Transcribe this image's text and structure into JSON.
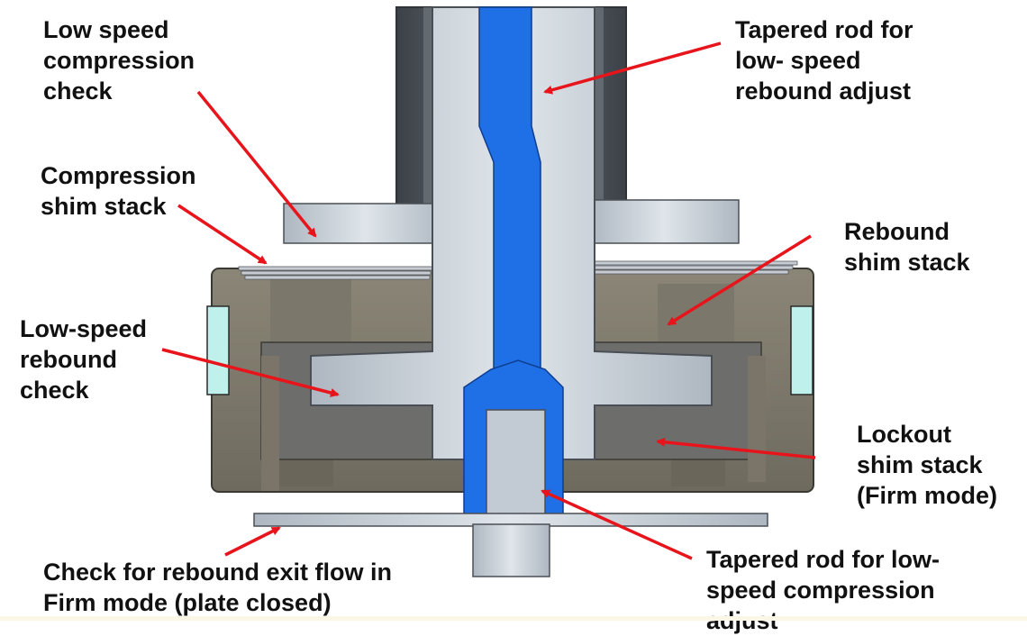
{
  "labels": {
    "low_speed_compression_check": "Low speed\ncompression\ncheck",
    "compression_shim_stack": "Compression\nshim stack",
    "low_speed_rebound_check": "Low-speed\nrebound\ncheck",
    "check_rebound_exit": "Check for rebound exit flow in\nFirm mode (plate closed)",
    "tapered_rod_rebound": "Tapered rod  for\nlow- speed\nrebound adjust",
    "rebound_shim_stack": "Rebound\nshim stack",
    "lockout_shim_stack": "Lockout\nshim stack\n(Firm mode)",
    "tapered_rod_compression": "Tapered rod  for low-\nspeed compression\nadjust"
  },
  "colors": {
    "arrow": "#e8141b",
    "rod_blue": "#1f6fe6",
    "steel_light": "#c5cdd6",
    "steel_mid": "#9aa3ad",
    "steel_dark": "#5f666e",
    "body_gray": "#8f8a7c",
    "cap_dark": "#4e545b",
    "window_cyan": "#bff0ec"
  }
}
